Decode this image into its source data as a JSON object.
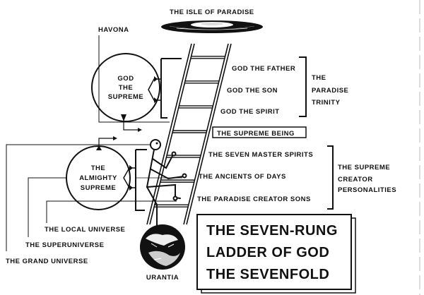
{
  "diagram": {
    "title_box": {
      "lines": [
        "THE SEVEN-RUNG",
        "LADDER OF GOD",
        "THE SEVENFOLD"
      ]
    },
    "paradise": {
      "label": "THE ISLE OF PARADISE"
    },
    "havona": {
      "label": "HAVONA"
    },
    "god_the_supreme": {
      "lines": [
        "GOD",
        "THE",
        "SUPREME"
      ]
    },
    "almighty_supreme": {
      "lines": [
        "THE",
        "ALMIGHTY",
        "SUPREME"
      ]
    },
    "trinity": {
      "members": [
        "GOD THE FATHER",
        "GOD THE SON",
        "GOD THE SPIRIT"
      ],
      "group_label": [
        "THE",
        "PARADISE",
        "TRINITY"
      ]
    },
    "supreme_being": {
      "label": "THE SUPREME BEING"
    },
    "creator_personalities": {
      "members": [
        "THE SEVEN MASTER SPIRITS",
        "THE ANCIENTS OF DAYS",
        "THE PARADISE CREATOR SONS"
      ],
      "group_label": [
        "THE SUPREME",
        "CREATOR",
        "PERSONALITIES"
      ]
    },
    "universes": [
      "THE LOCAL UNIVERSE",
      "THE SUPERUNIVERSE",
      "THE GRAND UNIVERSE"
    ],
    "urantia": {
      "label": "URANTIA"
    },
    "ladder": {
      "rungs": 7
    },
    "colors": {
      "ink": "#111111",
      "paper": "#ffffff"
    }
  }
}
